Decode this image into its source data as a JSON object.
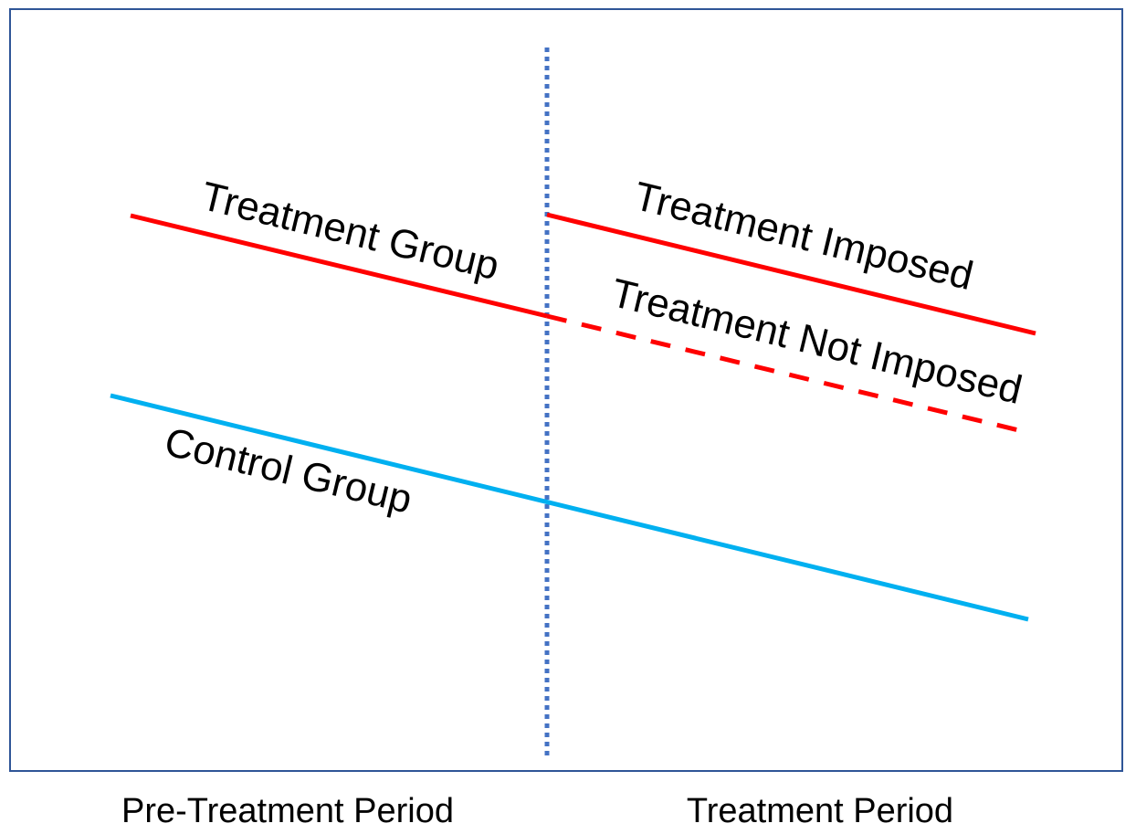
{
  "colors": {
    "frame": "#2f5597",
    "treatment": "#ff0000",
    "control": "#00b0f0",
    "divider": "#4472c4",
    "text": "#000000"
  },
  "labels": {
    "treatment_group": "Treatment Group",
    "treatment_imposed": "Treatment Imposed",
    "treatment_not_imposed": "Treatment Not Imposed",
    "control_group": "Control Group"
  },
  "periods": {
    "pre": "Pre-Treatment Period",
    "post": "Treatment Period"
  }
}
